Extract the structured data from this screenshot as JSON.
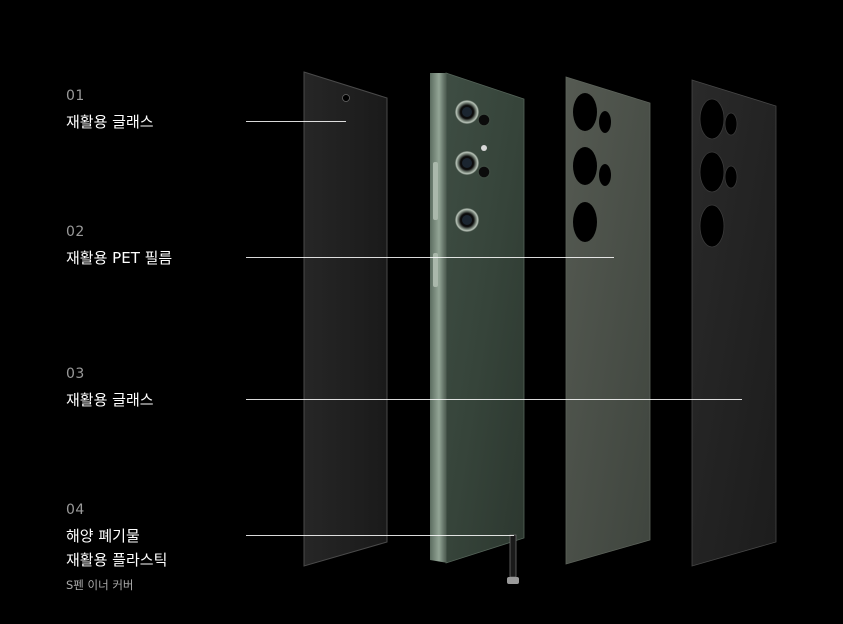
{
  "layers": [
    {
      "number": "01",
      "title": "재활용 글래스"
    },
    {
      "number": "02",
      "title": "재활용 PET 필름"
    },
    {
      "number": "03",
      "title": "재활용 글래스"
    },
    {
      "number": "04",
      "title": "해양 폐기물",
      "title_line2": "재활용 플라스틱",
      "subtitle": "S펜 이너 커버"
    }
  ],
  "colors": {
    "background": "#000000",
    "phone_green": "#3b4a40",
    "film_green": "#4a5048",
    "glass_dark": "#1e1e1e"
  }
}
